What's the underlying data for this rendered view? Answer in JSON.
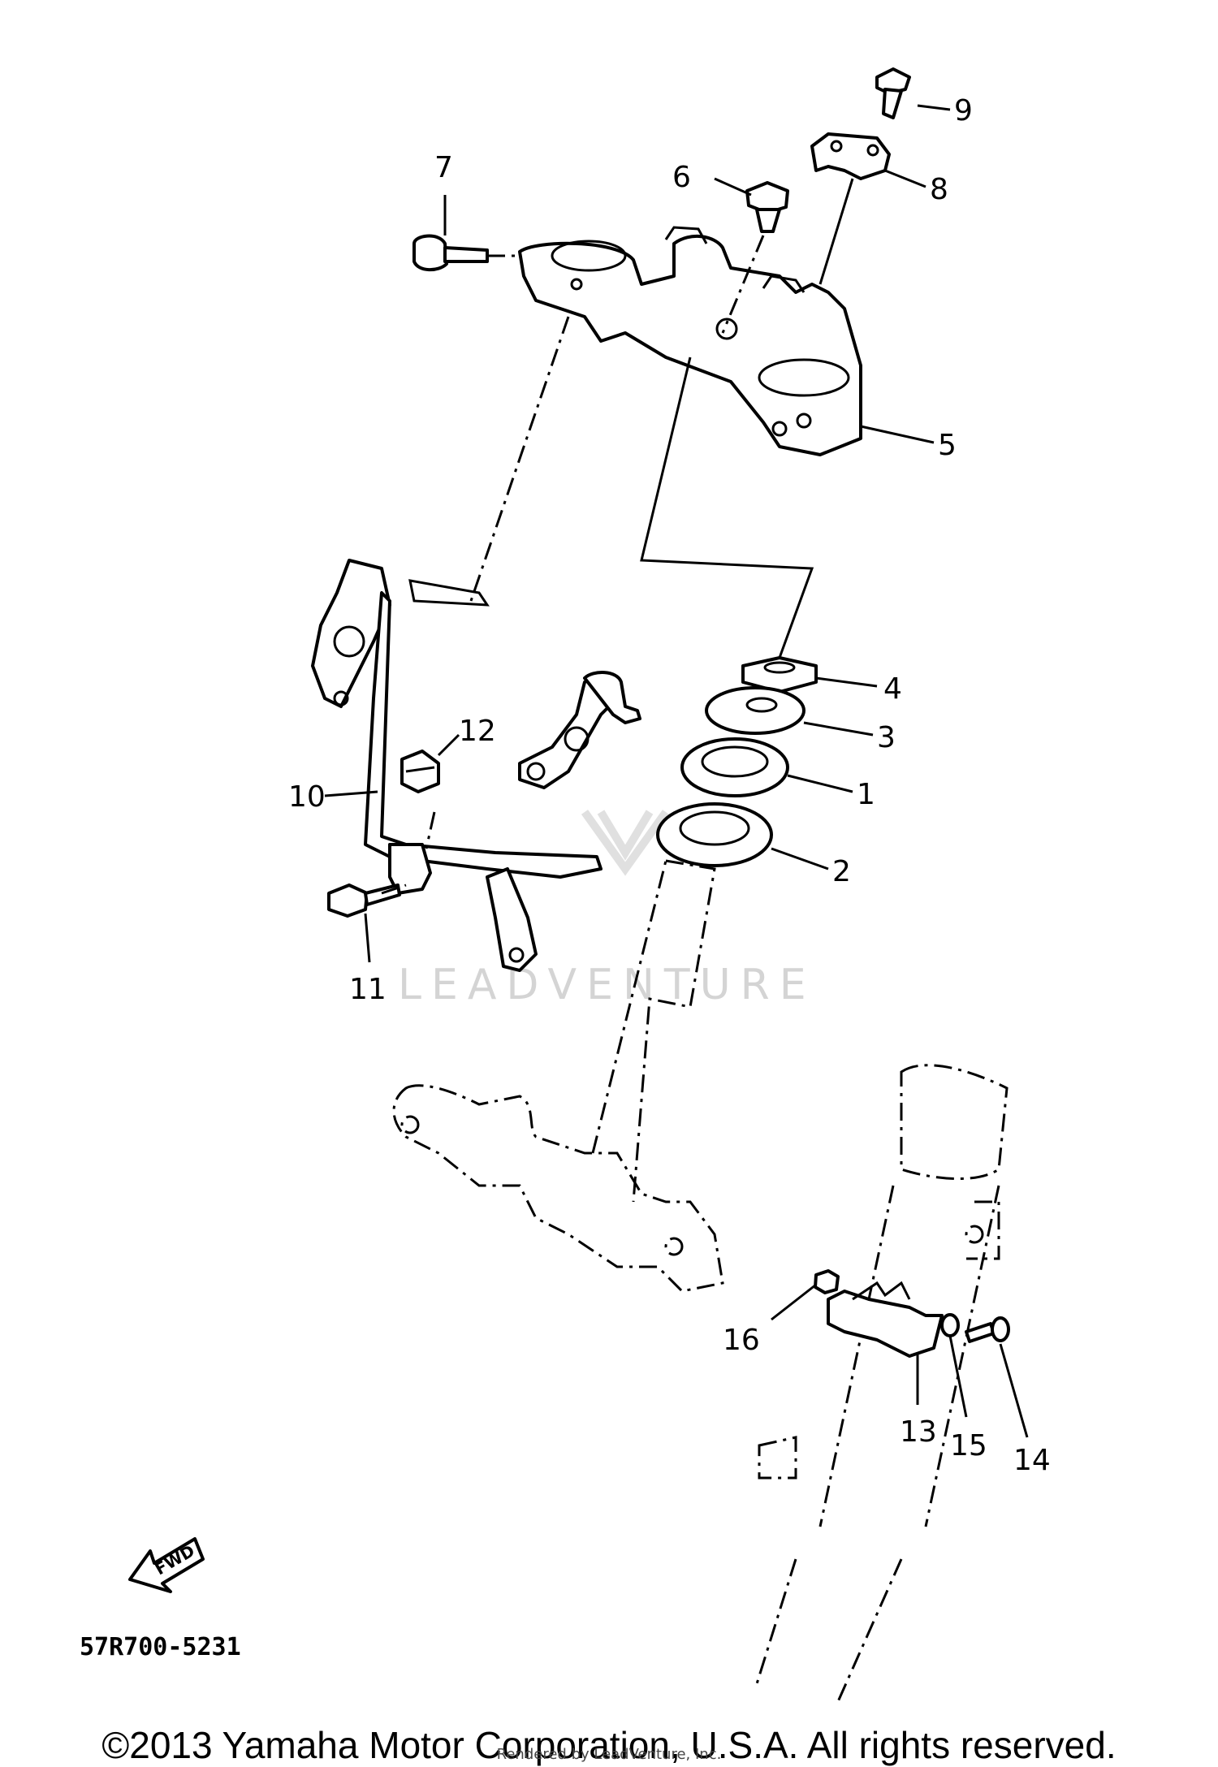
{
  "callouts": [
    "9",
    "8",
    "6",
    "7",
    "5",
    "4",
    "3",
    "1",
    "2",
    "12",
    "10",
    "11",
    "16",
    "13",
    "15",
    "14"
  ],
  "fwd_label": "FWD",
  "drawing_code": "57R700-5231",
  "watermark": "LEADVENTURE",
  "copyright": "©2013 Yamaha Motor Corporation, U.S.A. All rights reserved.",
  "rendered_by": "Rendered by LeadVenture, Inc."
}
